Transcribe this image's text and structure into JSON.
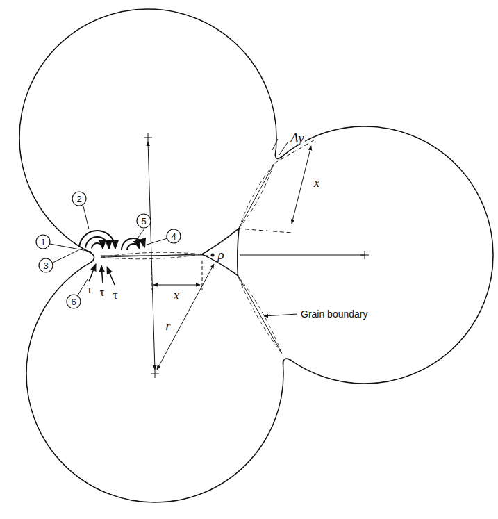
{
  "diagram": {
    "labels": [
      "2",
      "5",
      "1",
      "4",
      "3",
      "6",
      "τ",
      "τ",
      "τ",
      "Δy",
      "x",
      "ρ",
      "x",
      "r",
      "Grain boundary"
    ]
  }
}
